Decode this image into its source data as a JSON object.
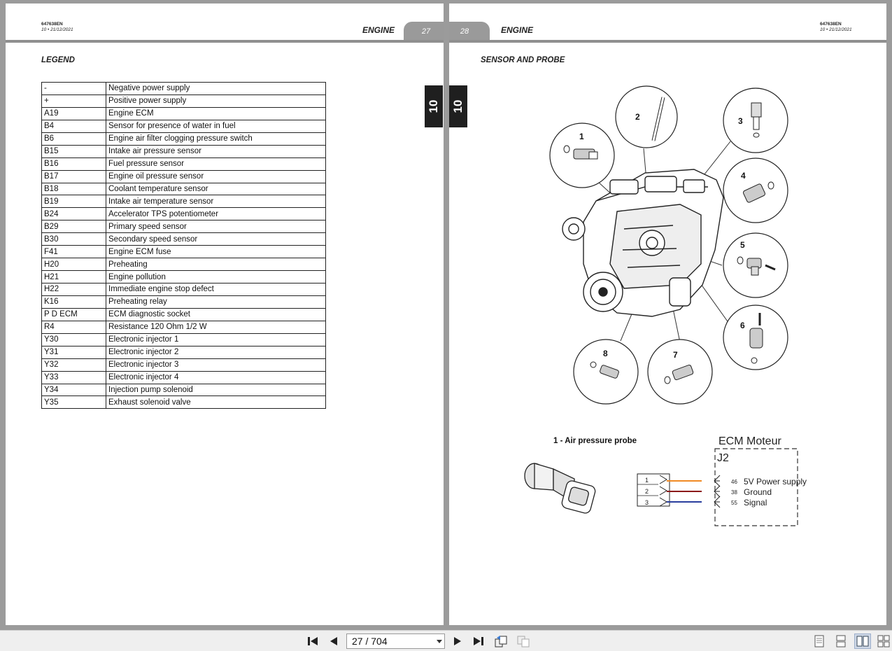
{
  "left_page": {
    "doc_id": "647638EN",
    "doc_date": "10 • 21/12/2021",
    "header_title": "ENGINE",
    "page_number": "27",
    "section_title": "LEGEND",
    "side_tab": "10",
    "legend_rows": [
      {
        "code": "-",
        "desc": "Negative power supply"
      },
      {
        "code": "+",
        "desc": "Positive power supply"
      },
      {
        "code": "A19",
        "desc": "Engine ECM"
      },
      {
        "code": "B4",
        "desc": "Sensor for presence of water in fuel"
      },
      {
        "code": "B6",
        "desc": "Engine air filter clogging pressure switch"
      },
      {
        "code": "B15",
        "desc": "Intake air pressure sensor"
      },
      {
        "code": "B16",
        "desc": "Fuel pressure sensor"
      },
      {
        "code": "B17",
        "desc": "Engine oil pressure sensor"
      },
      {
        "code": "B18",
        "desc": "Coolant temperature sensor"
      },
      {
        "code": "B19",
        "desc": "Intake air temperature sensor"
      },
      {
        "code": "B24",
        "desc": "Accelerator TPS potentiometer"
      },
      {
        "code": "B29",
        "desc": "Primary speed sensor"
      },
      {
        "code": "B30",
        "desc": "Secondary speed sensor"
      },
      {
        "code": "F41",
        "desc": "Engine ECM fuse"
      },
      {
        "code": "H20",
        "desc": "Preheating"
      },
      {
        "code": "H21",
        "desc": "Engine pollution"
      },
      {
        "code": "H22",
        "desc": "Immediate engine stop defect"
      },
      {
        "code": "K16",
        "desc": "Preheating relay"
      },
      {
        "code": "P D ECM",
        "desc": "ECM diagnostic socket"
      },
      {
        "code": "R4",
        "desc": "Resistance 120 Ohm 1/2 W"
      },
      {
        "code": "Y30",
        "desc": "Electronic injector 1"
      },
      {
        "code": "Y31",
        "desc": "Electronic injector 2"
      },
      {
        "code": "Y32",
        "desc": "Electronic injector 3"
      },
      {
        "code": "Y33",
        "desc": "Electronic injector 4"
      },
      {
        "code": "Y34",
        "desc": "Injection pump solenoid"
      },
      {
        "code": "Y35",
        "desc": "Exhaust solenoid valve"
      }
    ]
  },
  "right_page": {
    "doc_id": "647638EN",
    "doc_date": "10 • 21/12/2021",
    "header_title": "ENGINE",
    "page_number": "28",
    "section_title": "SENSOR AND PROBE",
    "side_tab": "10",
    "callouts": [
      "1",
      "2",
      "3",
      "4",
      "5",
      "6",
      "7",
      "8"
    ],
    "probe_caption": "1 - Air pressure probe",
    "wiring": {
      "ecm_title": "ECM Moteur",
      "connector": "J2",
      "pins": [
        {
          "num": "1",
          "ecm_pin": "46",
          "label": "5V Power supply",
          "color": "#f08a24"
        },
        {
          "num": "2",
          "ecm_pin": "38",
          "label": "Ground",
          "color": "#8b1a1a"
        },
        {
          "num": "3",
          "ecm_pin": "55",
          "label": "Signal",
          "color": "#2a3f9e"
        }
      ]
    }
  },
  "toolbar": {
    "page_indicator": "27 / 704",
    "icons": [
      "first-page-icon",
      "prev-page-icon",
      "next-page-icon",
      "last-page-icon",
      "go-back-view-icon",
      "go-forward-view-icon",
      "single-page-view-icon",
      "continuous-view-icon",
      "facing-view-icon",
      "continuous-facing-view-icon"
    ]
  }
}
